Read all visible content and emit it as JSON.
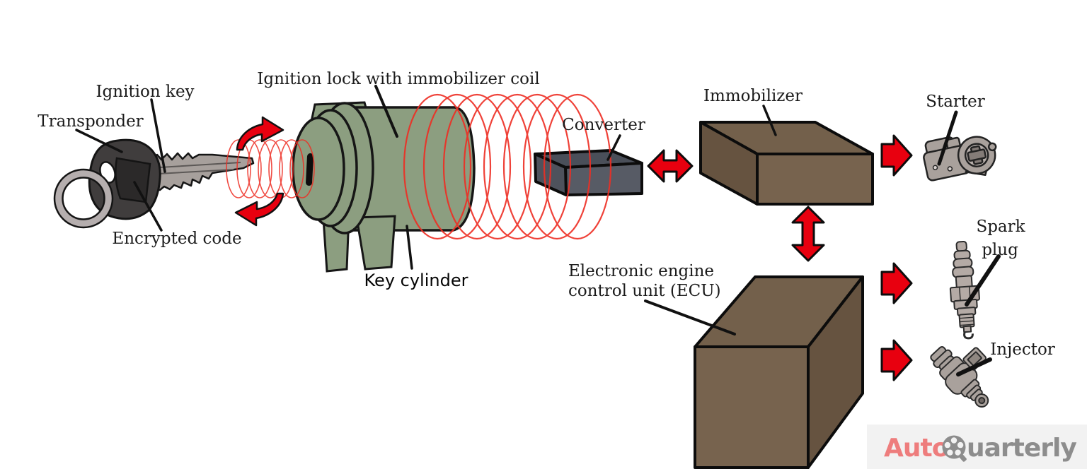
{
  "labels": {
    "transponder": "Transponder",
    "ignition_key": "Ignition key",
    "encrypted_code": "Encrypted code",
    "ignition_lock": "Ignition lock with immobilizer coil",
    "key_cylinder": "Key cylinder",
    "converter": "Converter",
    "immobilizer": "Immobilizer",
    "starter": "Starter",
    "ecu_line1": "Electronic engine",
    "ecu_line2": "control unit (ECU)",
    "spark_line1": "Spark",
    "spark_line2": "plug",
    "injector": "Injector"
  },
  "logo": {
    "part1": "Auto",
    "part2": "uarterly",
    "wheel_icon": "wheel-icon",
    "part1_color": "#ee7d7d",
    "part2_color": "#8d8d8d",
    "background": "#f2f2f2"
  },
  "colors": {
    "accent_red": "#e8000f",
    "coil_red": "#ee2e24",
    "lock_green": "#8c9e80",
    "box_brown_top": "#73604b",
    "box_brown_front": "#77634e",
    "box_brown_side": "#665340",
    "converter_grey_top": "#4a4f59",
    "converter_grey_front": "#575b65",
    "part_grey": "#a9a19c",
    "key_head_grey": "#403d3d",
    "outline_black": "#161616"
  }
}
